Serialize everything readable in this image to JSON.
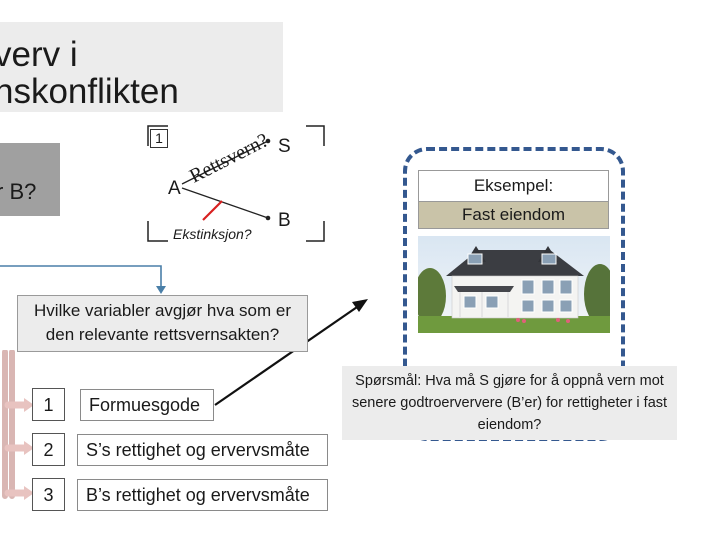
{
  "title": {
    "line1": "verv i",
    "line2": "nskonflikten"
  },
  "left_question": "r B?",
  "diagram": {
    "number": "1",
    "node_a": "A",
    "node_s": "S",
    "node_b": "B",
    "rettsvern_label": "Rettsvern?",
    "ekstinksjon_label": "Ekstinksjon?"
  },
  "question": {
    "text": "Hvilke variabler avgjør hva som er den relevante rettsvernsakten?"
  },
  "variables": [
    {
      "number": "1",
      "label": "Formuesgode"
    },
    {
      "number": "2",
      "label": "S’s rettighet og ervervsmåte"
    },
    {
      "number": "3",
      "label": "B’s rettighet og ervervsmåte"
    }
  ],
  "example": {
    "heading": "Eksempel:",
    "subheading": "Fast eiendom",
    "image_icon": "house-photo",
    "caption": "Spørsmål: Hva må S gjøre for å oppnå vern mot senere godtroerververe (B’er) for rettigheter i fast eiendom?"
  },
  "colors": {
    "frame_blue": "#34588f",
    "connector_blue": "#4a7fa8",
    "bracket_pink": "#e8c3c0",
    "ekstinksjon_red": "#d82020",
    "subheading_tan": "#c9c3a8"
  }
}
